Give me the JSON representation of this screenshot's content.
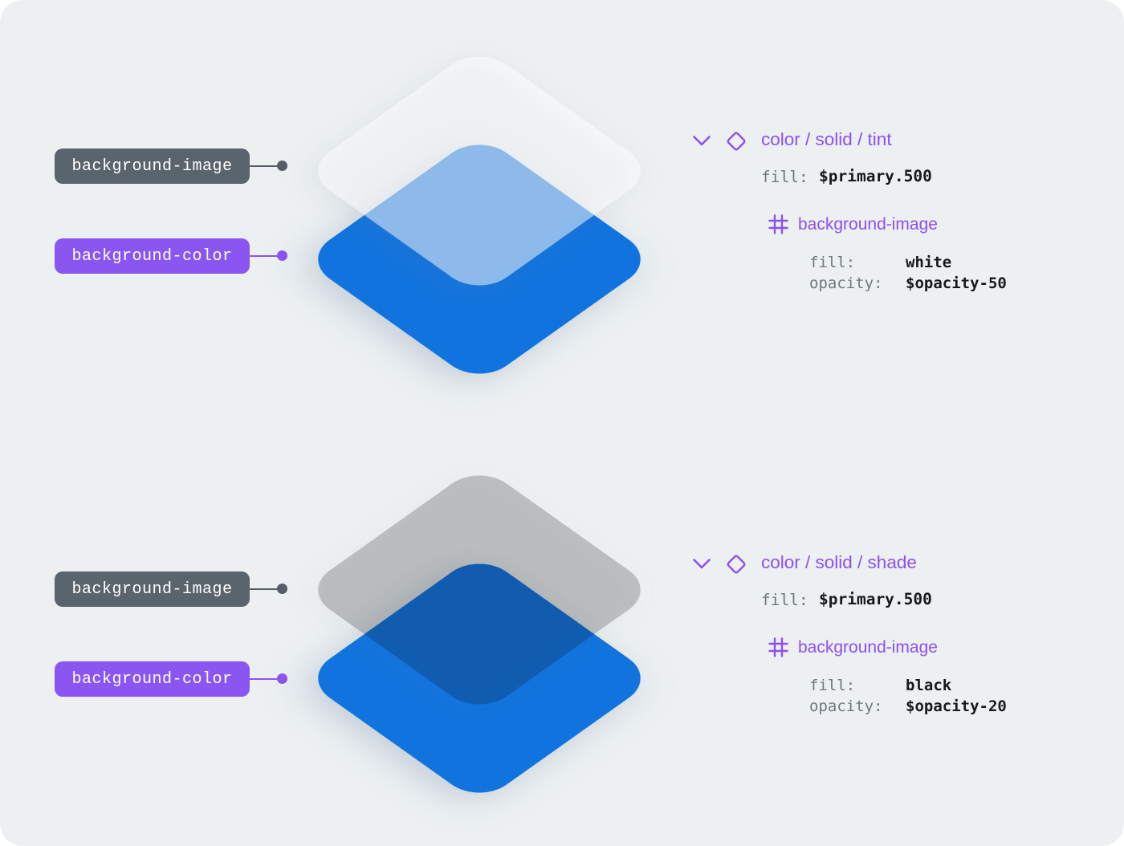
{
  "colors": {
    "panel_bg": "#ecf0f1",
    "primary_500": "#1173de",
    "tint_overlay": "rgba(255,255,255,0.5)",
    "shade_overlay": "rgba(0,0,0,0.2)",
    "accent_purple": "#8c4ff2",
    "pill_purple": "#8a55f0",
    "pill_gray": "#5a646d",
    "line_gray": "#555e66"
  },
  "icons": {
    "chevron": "chevron-down-icon",
    "component": "component-diamond-icon",
    "frame": "frame-hash-icon"
  },
  "sections": [
    {
      "callout_image": "background-image",
      "callout_color": "background-color",
      "spec": {
        "title": "color / solid / tint",
        "fill_label": "fill:",
        "fill_value": "$primary.500",
        "layer_name": "background-image",
        "prop1_label": "fill:",
        "prop1_value": "white",
        "prop2_label": "opacity:",
        "prop2_value": "$opacity-50"
      }
    },
    {
      "callout_image": "background-image",
      "callout_color": "background-color",
      "spec": {
        "title": "color / solid / shade",
        "fill_label": "fill:",
        "fill_value": "$primary.500",
        "layer_name": "background-image",
        "prop1_label": "fill:",
        "prop1_value": "black",
        "prop2_label": "opacity:",
        "prop2_value": "$opacity-20"
      }
    }
  ]
}
